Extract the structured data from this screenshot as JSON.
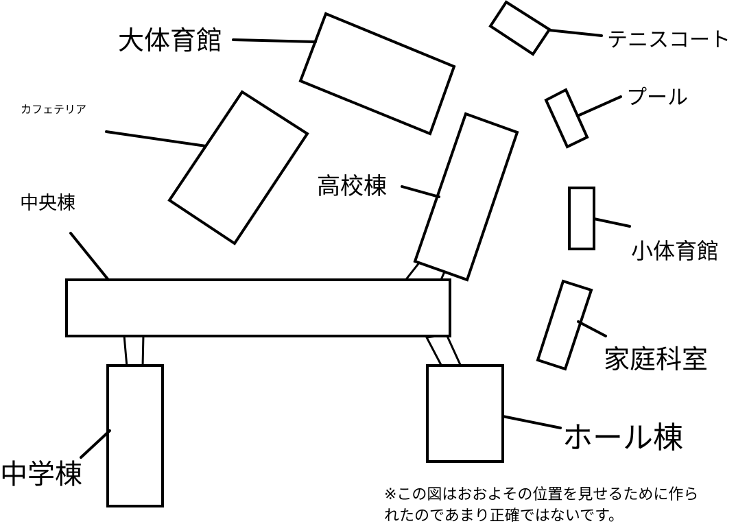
{
  "labels": {
    "main_gym": "大体育館",
    "tennis_court": "テニスコート",
    "cafeteria": "カフェテリア",
    "pool": "プール",
    "high_school": "高校棟",
    "central": "中央棟",
    "small_gym": "小体育館",
    "home_ec": "家庭科室",
    "hall": "ホール棟",
    "junior_high": "中学棟"
  },
  "note": {
    "line1": "※この図はおおよその位置を見せるために作ら",
    "line2": "れたのであまり正確ではないです。"
  }
}
